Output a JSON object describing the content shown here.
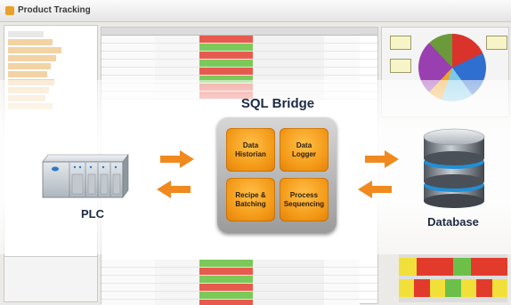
{
  "window": {
    "title": "Product Tracking"
  },
  "diagram": {
    "title": "SQL Bridge",
    "modules": [
      {
        "line1": "Data",
        "line2": "Historian"
      },
      {
        "line1": "Data",
        "line2": "Logger"
      },
      {
        "line1": "Recipe &",
        "line2": "Batching"
      },
      {
        "line1": "Process",
        "line2": "Sequencing"
      }
    ],
    "left_node": "PLC",
    "right_node": "Database"
  },
  "colors": {
    "accent_orange": "#f49a18",
    "arrow_orange": "#f08a1e",
    "label_navy": "#1d2a44",
    "status_red": "#e23b2c",
    "status_green": "#6cc04a",
    "status_yellow": "#f2e03a"
  }
}
